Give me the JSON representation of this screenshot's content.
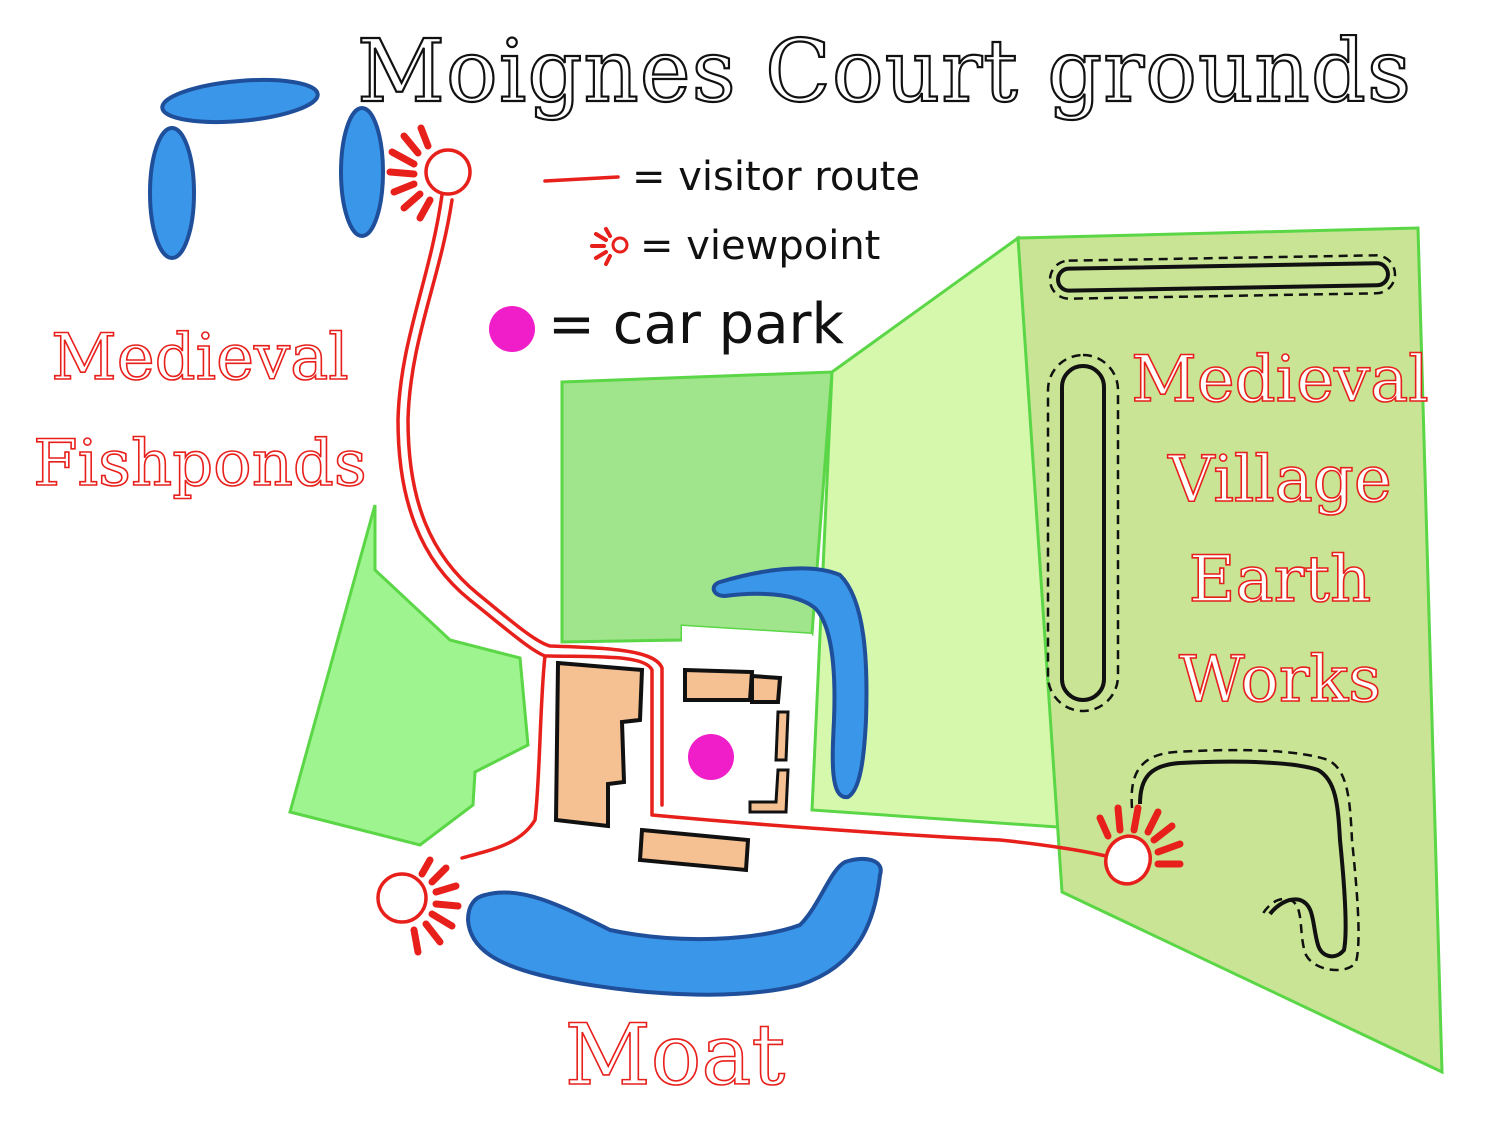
{
  "map": {
    "title": "Moignes Court grounds",
    "legend": {
      "visitor_route": "= visitor route",
      "viewpoint": "= viewpoint",
      "car_park": "= car park"
    },
    "labels": {
      "fishponds": [
        "Medieval",
        "Fishponds"
      ],
      "village": [
        "Medieval",
        "Village",
        "Earth",
        "Works"
      ],
      "moat": "Moat"
    },
    "colors": {
      "route": "#e8201c",
      "viewpoint": "#e8201c",
      "car_park": "#f01ec8",
      "water": "#3a96e8",
      "water_outline": "#1f4f9a",
      "building": "#f5c192",
      "field_light": "#d6f8ac",
      "field_mid": "#a0e48c",
      "field_earthworks": "#c8e494",
      "field_outline": "#5ad646"
    }
  }
}
